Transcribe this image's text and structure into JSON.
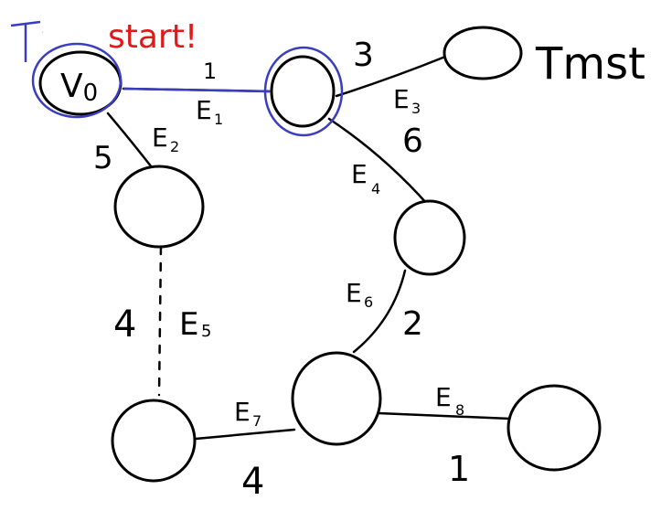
{
  "title_labels": {
    "t_label": "T",
    "start_label": "start!",
    "tmst_label": "Tmst"
  },
  "nodes": {
    "v0": {
      "label": "V0",
      "sub": "0"
    }
  },
  "edges": [
    {
      "id": "E1",
      "name": "E",
      "sub": "1",
      "weight": "1"
    },
    {
      "id": "E2",
      "name": "E",
      "sub": "2",
      "weight": "5"
    },
    {
      "id": "E3",
      "name": "E",
      "sub": "3",
      "weight": "3"
    },
    {
      "id": "E4",
      "name": "E",
      "sub": "4",
      "weight": "6"
    },
    {
      "id": "E5",
      "name": "E",
      "sub": "5",
      "weight": "4"
    },
    {
      "id": "E6",
      "name": "E",
      "sub": "6",
      "weight": "2"
    },
    {
      "id": "E7",
      "name": "E",
      "sub": "7",
      "weight": "4"
    },
    {
      "id": "E8",
      "name": "E",
      "sub": "8",
      "weight": "1"
    }
  ],
  "colors": {
    "highlight": "#3b3dbf",
    "start": "#e0191b",
    "ink": "#000000"
  }
}
